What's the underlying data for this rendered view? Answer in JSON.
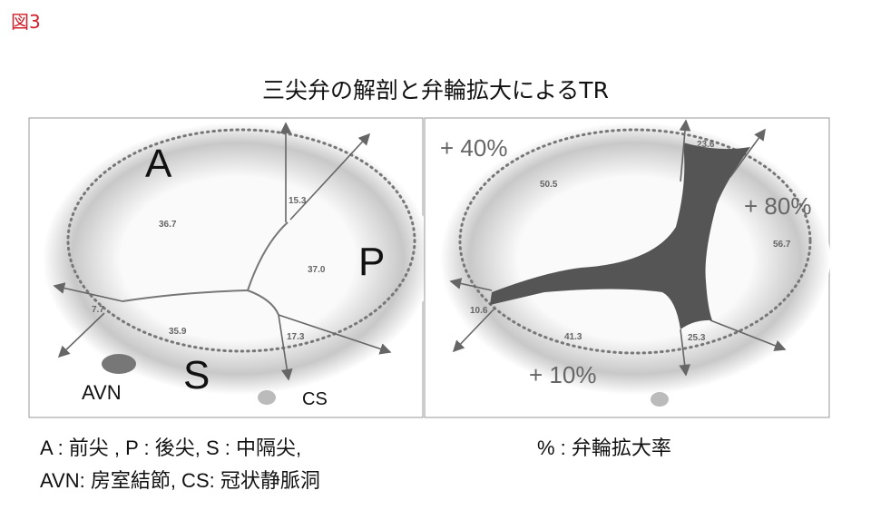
{
  "figure_label": "図3",
  "title": "三尖弁の解剖と弁輪拡大によるTR",
  "left_panel": {
    "labels": {
      "anterior": "A",
      "posterior": "P",
      "septal": "S",
      "avn": "AVN",
      "cs": "CS"
    },
    "measurements": [
      "36.7",
      "15.3",
      "37.0",
      "7.7",
      "35.9",
      "17.3"
    ]
  },
  "right_panel": {
    "percentages": [
      "+ 40%",
      "+ 80%",
      "+ 10%"
    ],
    "measurements": [
      "50.5",
      "23.6",
      "56.7",
      "10.6",
      "41.3",
      "25.3"
    ]
  },
  "legend": {
    "line1": "A : 前尖 , P : 後尖, S : 中隔尖,",
    "line2": "AVN: 房室結節, CS: 冠状静脈洞",
    "percent_note": "% : 弁輪拡大率"
  },
  "colors": {
    "figure_label": "#d0202a",
    "annulus": "#777777",
    "regurgitant_orifice": "#555555"
  }
}
